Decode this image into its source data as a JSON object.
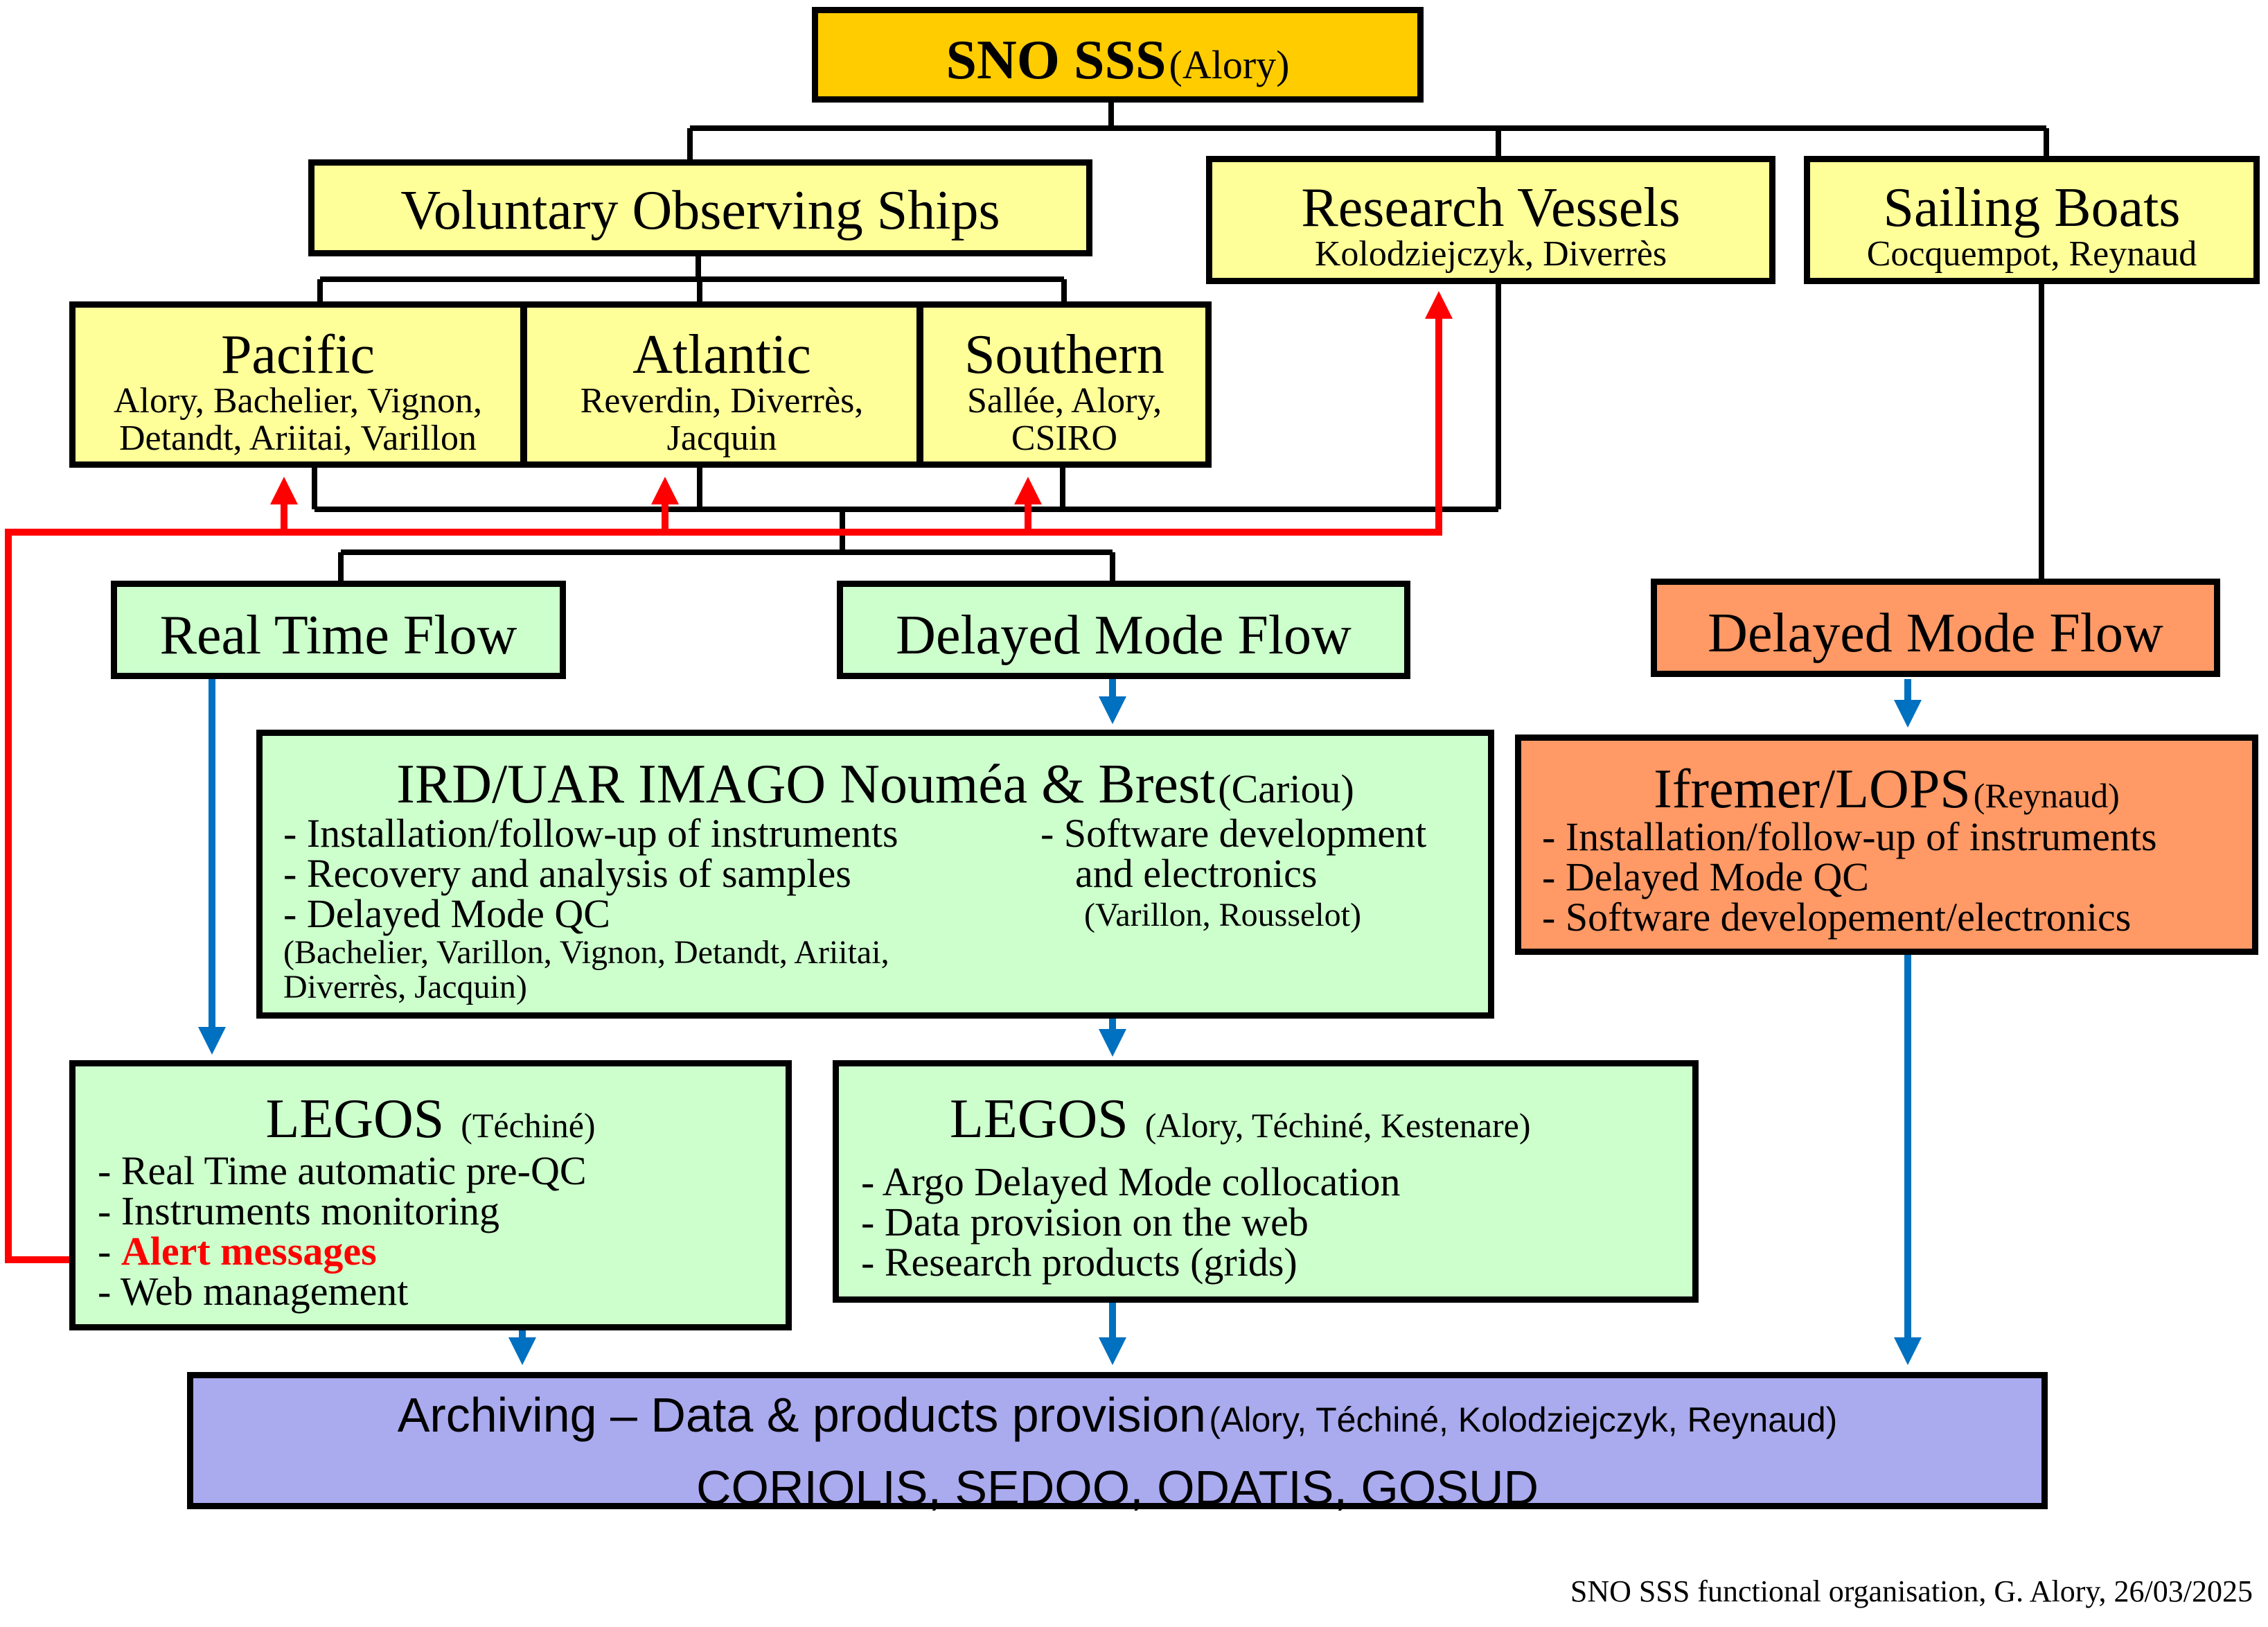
{
  "root": {
    "title": "SNO SSS",
    "lead": "(Alory)"
  },
  "vos": {
    "title": "Voluntary Observing Ships"
  },
  "research_vessels": {
    "title": "Research Vessels",
    "people": "Kolodziejczyk, Diverrès"
  },
  "sailing_boats": {
    "title": "Sailing Boats",
    "people": "Cocquempot, Reynaud"
  },
  "pacific": {
    "title": "Pacific",
    "line1": "Alory, Bachelier, Vignon,",
    "line2": "Detandt, Ariitai, Varillon"
  },
  "atlantic": {
    "title": "Atlantic",
    "line1": "Reverdin, Diverrès,",
    "line2": "Jacquin"
  },
  "southern": {
    "title": "Southern",
    "line1": "Sallée, Alory,",
    "line2": "CSIRO"
  },
  "real_time_flow": {
    "label": "Real Time Flow"
  },
  "delayed_mode_flow_green": {
    "label": "Delayed Mode Flow"
  },
  "delayed_mode_flow_orange": {
    "label": "Delayed Mode Flow"
  },
  "ird": {
    "title": "IRD/UAR IMAGO Nouméa & Brest",
    "lead": "(Cariou)",
    "left_items": [
      "- Installation/follow-up of instruments",
      "- Recovery and analysis of samples",
      "- Delayed Mode QC"
    ],
    "left_people1": "(Bachelier, Varillon, Vignon, Detandt, Ariitai,",
    "left_people2": "Diverrès, Jacquin)",
    "right_item1": "- Software development",
    "right_item2": "and electronics",
    "right_people": "(Varillon, Rousselot)"
  },
  "ifremer": {
    "title": "Ifremer/LOPS",
    "lead": "(Reynaud)",
    "items": [
      "- Installation/follow-up of instruments",
      "- Delayed Mode QC",
      "- Software developement/electronics"
    ]
  },
  "legos_rt": {
    "title": "LEGOS",
    "lead": "(Téchiné)",
    "item1": "- Real Time automatic pre-QC",
    "item2": "- Instruments monitoring",
    "item3_prefix": "- ",
    "item3_alert": "Alert messages",
    "item4": "- Web management"
  },
  "legos_dm": {
    "title": "LEGOS",
    "lead": "(Alory, Téchiné, Kestenare)",
    "items": [
      "- Argo Delayed Mode collocation",
      "- Data provision on the web",
      "- Research products (grids)"
    ]
  },
  "archiving": {
    "title": "Archiving – Data & products provision",
    "lead": "(Alory, Téchiné, Kolodziejczyk, Reynaud)",
    "centers": "CORIOLIS, SEDOO, ODATIS, GOSUD"
  },
  "footer": {
    "caption": "SNO SSS functional organisation, G. Alory, 26/03/2025"
  },
  "colors": {
    "gold": "#ffcc00",
    "yellow": "#ffff99",
    "green": "#ccffcc",
    "orange": "#ff9966",
    "purple": "#aaaaee",
    "alert_red": "#ff0000",
    "flow_blue": "#0070c0"
  }
}
